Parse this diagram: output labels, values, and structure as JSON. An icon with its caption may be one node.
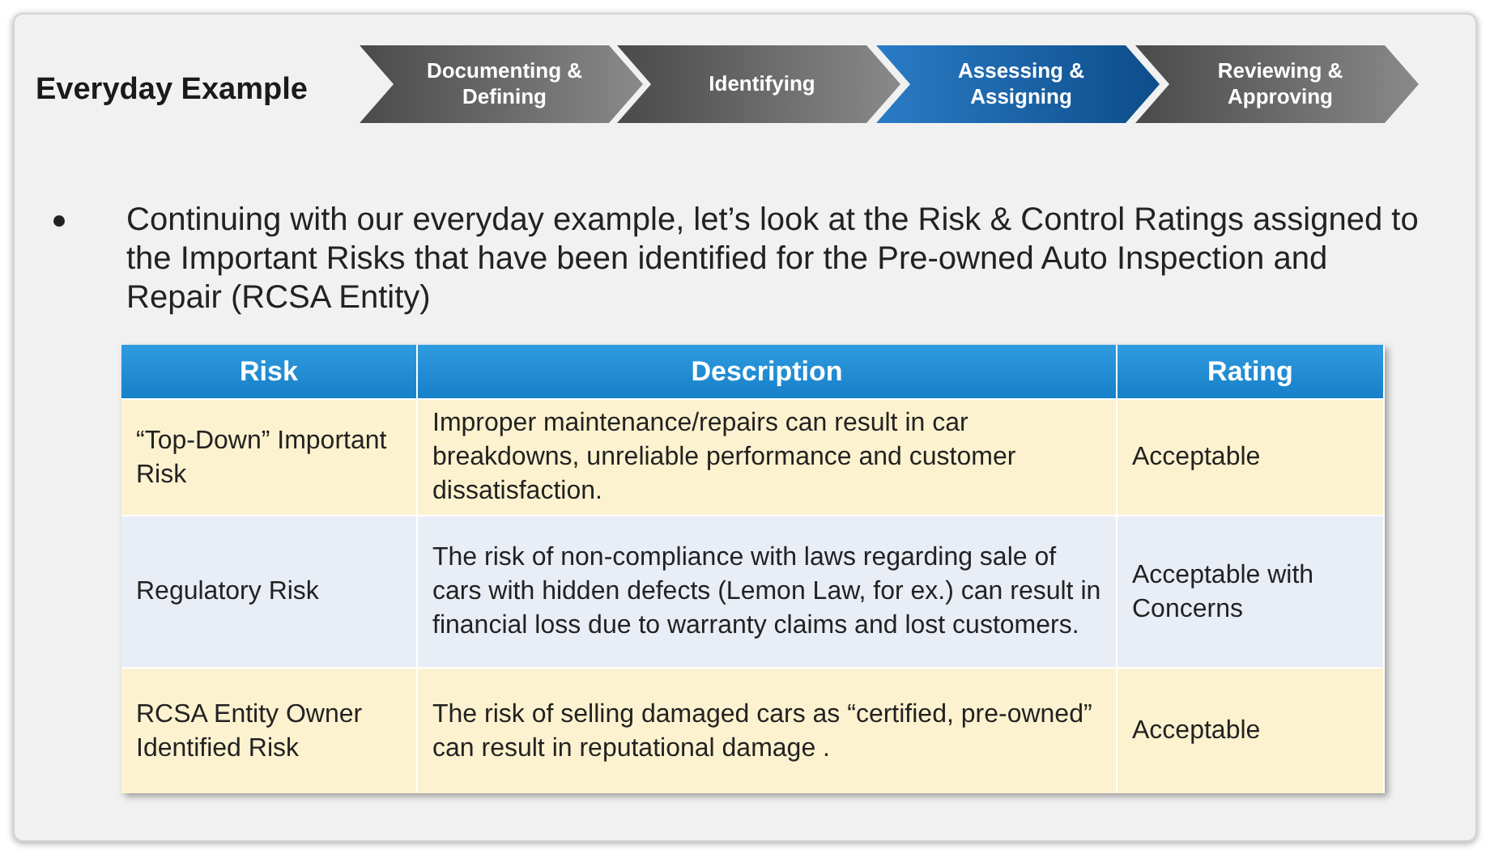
{
  "diagram": {
    "title": "Everyday Example",
    "nodes": [
      {
        "text": [
          "Documenting & Defining"
        ]
      },
      {
        "text": [
          "Identifying"
        ]
      },
      {
        "text": [
          "Assessing & Assigning"
        ]
      },
      {
        "text": [
          "Reviewing & Approving"
        ]
      }
    ],
    "labels": [
      "Continuing with our everyday example, let’s look at the Risk & Control Ratings assigned to the Important Risks that have been identified for the Pre-owned Auto Inspection and Repair (RCSA Entity)",
      "Risk",
      "Description",
      "Rating",
      "“Top-Down” Important Risk",
      "Improper maintenance/repairs can result in car breakdowns, unreliable  performance and customer dissatisfaction.",
      "Acceptable",
      "Regulatory Risk",
      "The risk of non-compliance with laws regarding sale of cars with hidden defects (Lemon Law, for ex.) can result in financial loss due to warranty claims and lost customers.",
      "Acceptable with Concerns",
      "RCSA Entity Owner Identified Risk",
      "The risk of selling damaged cars as “certified, pre-owned” can result in reputational damage .",
      "Acceptable"
    ]
  }
}
